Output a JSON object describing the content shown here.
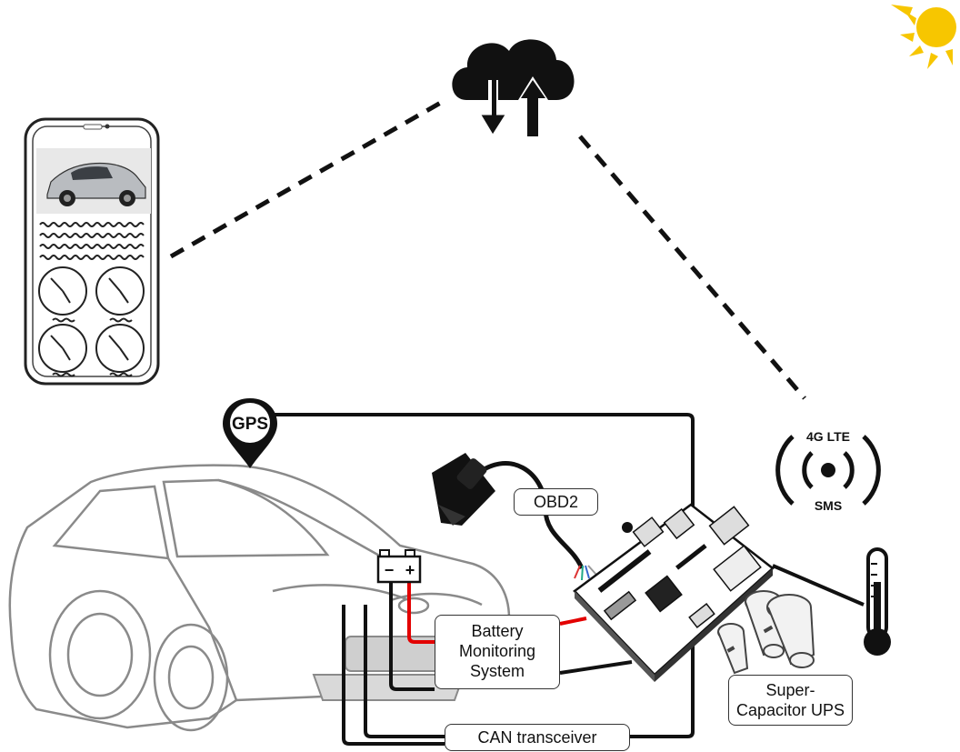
{
  "labels": {
    "gps": "GPS",
    "obd2": "OBD2",
    "bms_line1": "Battery",
    "bms_line2": "Monitoring",
    "bms_line3": "System",
    "can": "CAN transceiver",
    "ups_line1": "Super-",
    "ups_line2": "Capacitor UPS",
    "lte": "4G LTE",
    "sms": "SMS",
    "battery_minus": "−",
    "battery_plus": "+"
  },
  "icons": {
    "cloud": "cloud-upload-download-icon",
    "sun": "sun-icon",
    "phone": "smartphone-icon",
    "gps": "gps-pin-icon",
    "car": "car-icon",
    "battery": "car-battery-icon",
    "obd2": "obd2-connector-icon",
    "board": "raspberry-pi-board-icon",
    "capacitors": "supercapacitor-icon",
    "thermometer": "thermometer-icon",
    "signal": "wireless-signal-icon"
  },
  "colors": {
    "line": "#111111",
    "power_wire": "#e30000",
    "sun": "#f7c600",
    "outline": "#8a8a8a"
  }
}
